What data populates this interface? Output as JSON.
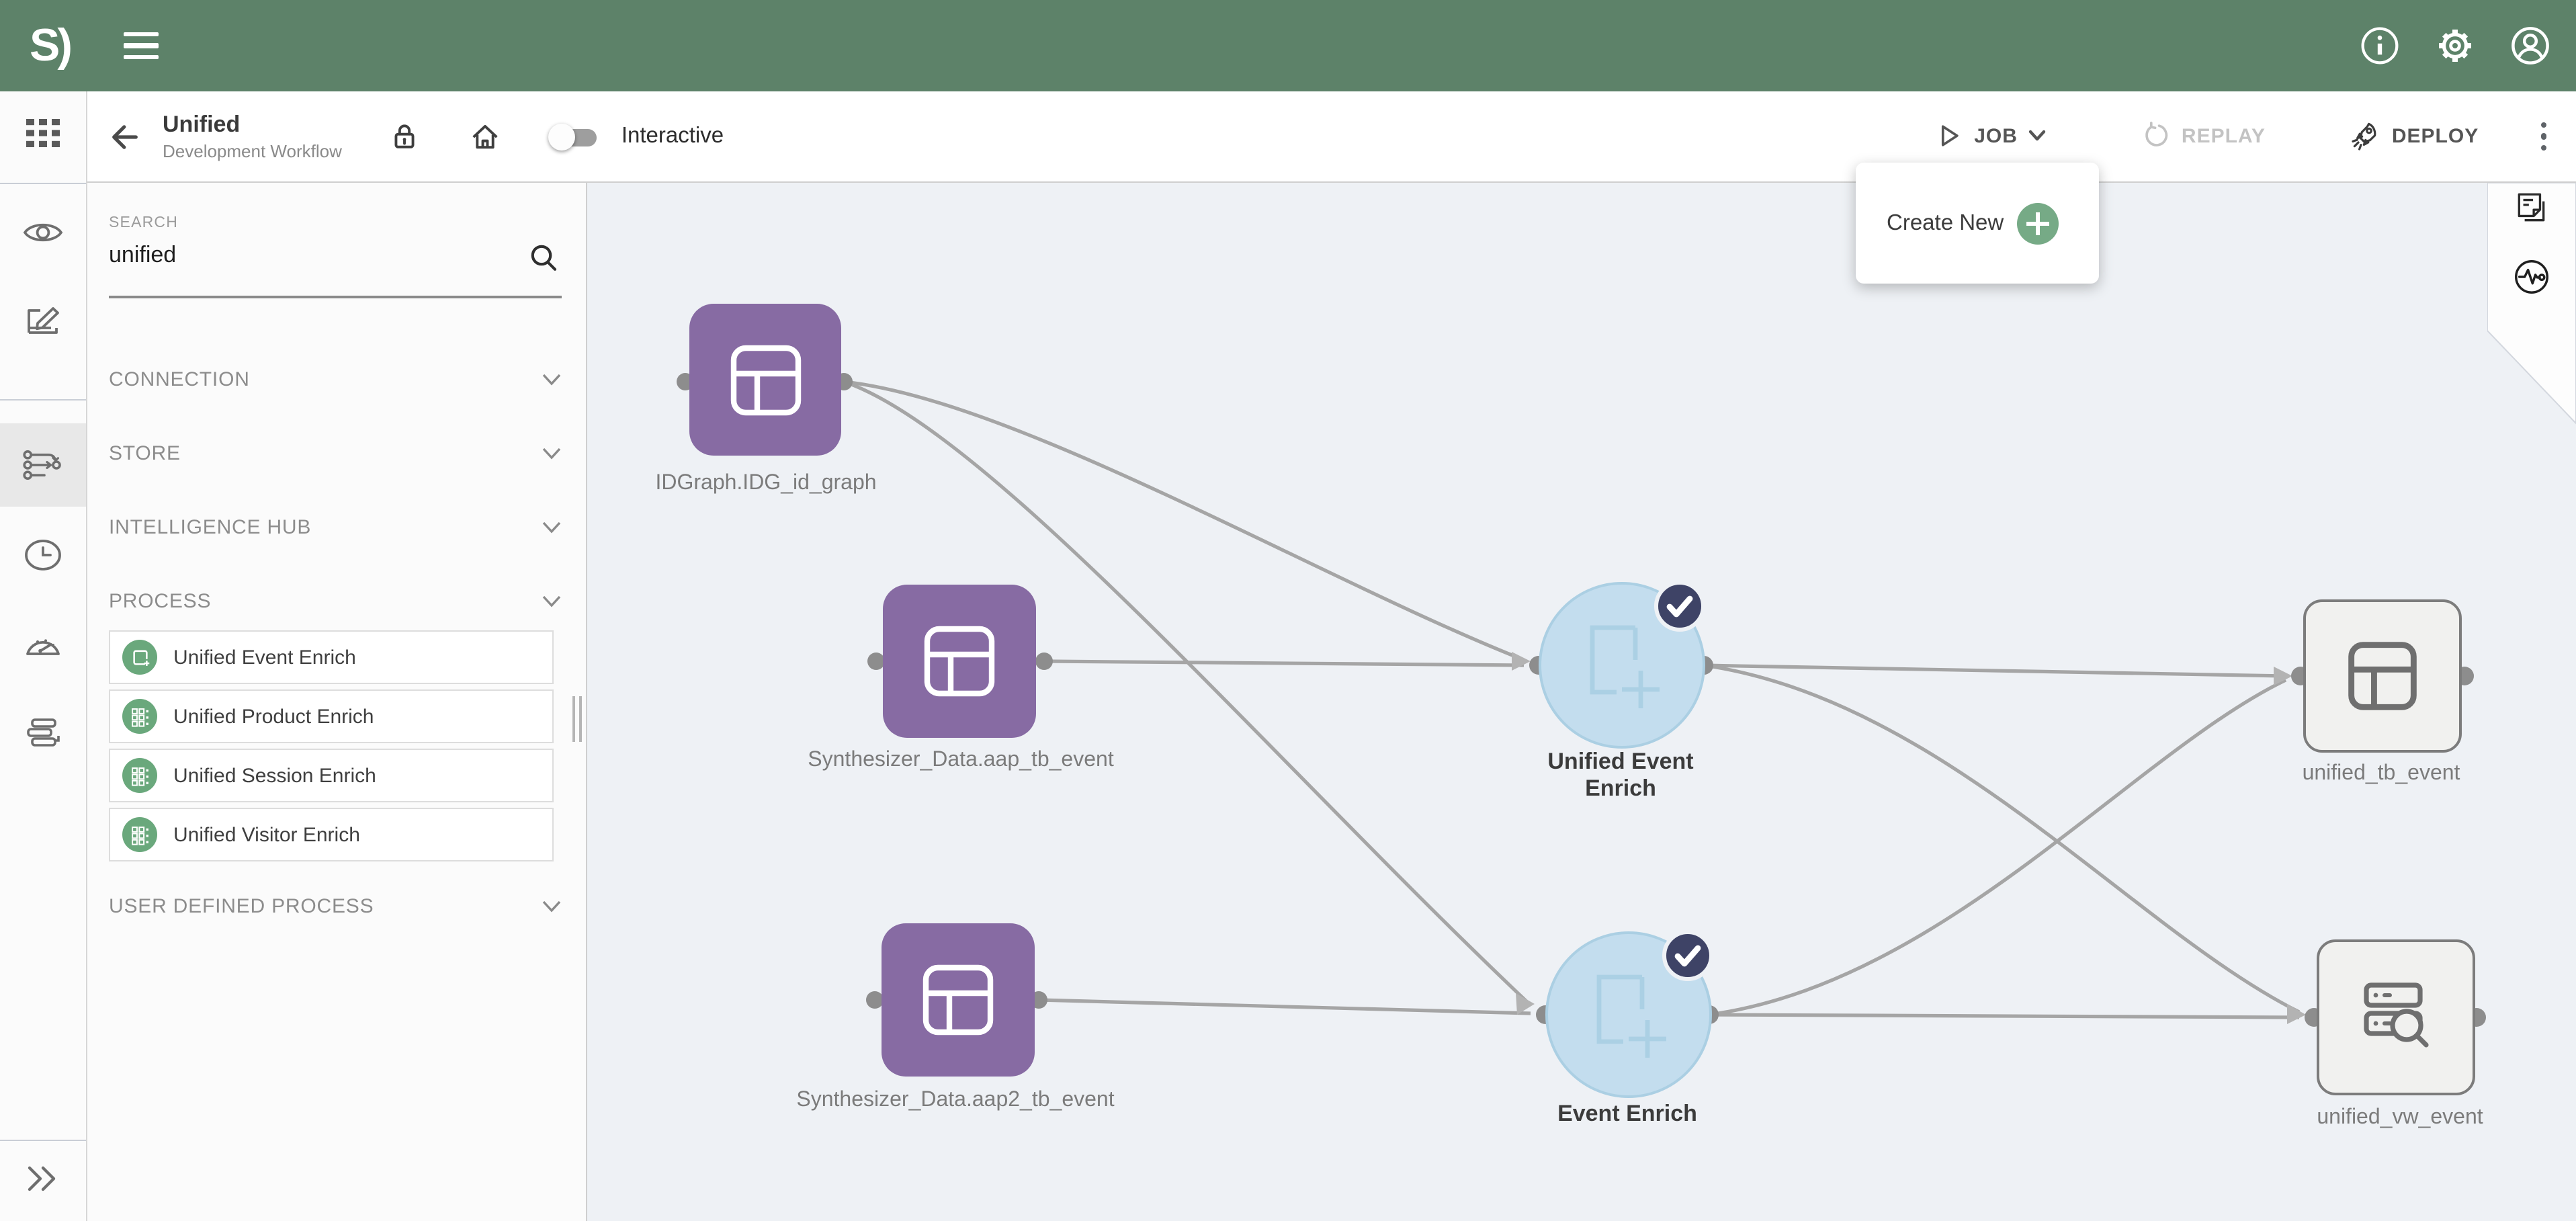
{
  "topbar": {
    "logo": "S)",
    "icons": [
      "hamburger-menu",
      "info",
      "settings",
      "account"
    ]
  },
  "toolbar": {
    "title": "Unified",
    "subtitle": "Development Workflow",
    "icons": [
      "back-arrow",
      "lock",
      "home"
    ],
    "toggle_label": "Interactive",
    "toggle_state": "off",
    "job_label": "JOB",
    "replay_label": "REPLAY",
    "replay_disabled": true,
    "deploy_label": "DEPLOY"
  },
  "job_menu": {
    "create_new_label": "Create New",
    "plus_icon_color": "#76aa86"
  },
  "rail": {
    "items": [
      "apps-grid",
      "preview-eye",
      "edit-journal",
      "pipeline (selected)",
      "history-clock",
      "monitor-gauge",
      "stack-layers",
      "expand-chevrons"
    ]
  },
  "sidebar": {
    "search_label": "SEARCH",
    "search_value": "unified",
    "sections": [
      {
        "label": "CONNECTION"
      },
      {
        "label": "STORE"
      },
      {
        "label": "INTELLIGENCE HUB"
      },
      {
        "label": "PROCESS"
      },
      {
        "label": "USER DEFINED PROCESS"
      }
    ],
    "process_items": [
      {
        "label": "Unified Event Enrich",
        "icon": "enrich-square-plus"
      },
      {
        "label": "Unified Product Enrich",
        "icon": "schema-grid"
      },
      {
        "label": "Unified Session Enrich",
        "icon": "schema-grid"
      },
      {
        "label": "Unified Visitor Enrich",
        "icon": "schema-grid"
      }
    ]
  },
  "canvas": {
    "nodes": [
      {
        "label": "IDGraph.IDG_id_graph",
        "type": "table-dataset",
        "color": "#876ba3"
      },
      {
        "label": "Synthesizer_Data.aap_tb_event",
        "type": "table-dataset",
        "color": "#876ba3"
      },
      {
        "label": "Synthesizer_Data.aap2_tb_event",
        "type": "table-dataset",
        "color": "#876ba3"
      },
      {
        "label": "Unified Event Enrich",
        "type": "process-circle",
        "status": "success-check",
        "color": "#c3ddee"
      },
      {
        "label": "Event Enrich",
        "type": "process-circle",
        "status": "success-check",
        "color": "#c3ddee"
      },
      {
        "label": "unified_tb_event",
        "type": "table-output",
        "color": "#f1f1ef"
      },
      {
        "label": "unified_vw_event",
        "type": "view-output",
        "color": "#f1f1ef"
      }
    ],
    "edges": [
      "IDGraph.IDG_id_graph -> Unified Event Enrich",
      "IDGraph.IDG_id_graph -> Event Enrich",
      "Synthesizer_Data.aap_tb_event -> Unified Event Enrich",
      "Synthesizer_Data.aap2_tb_event -> Event Enrich",
      "Unified Event Enrich -> unified_tb_event",
      "Unified Event Enrich -> unified_vw_event",
      "Event Enrich -> unified_tb_event",
      "Event Enrich -> unified_vw_event"
    ],
    "right_strip_icons": [
      "notes",
      "activity-pulse"
    ]
  },
  "colors": {
    "header_green": "#5d8269",
    "accent_green": "#76aa86",
    "item_icon_green": "#6aa87c",
    "node_purple": "#876ba3",
    "node_blue_fill": "#c3ddee",
    "badge_navy": "#3e4366",
    "canvas_bg": "#eef1f5"
  }
}
